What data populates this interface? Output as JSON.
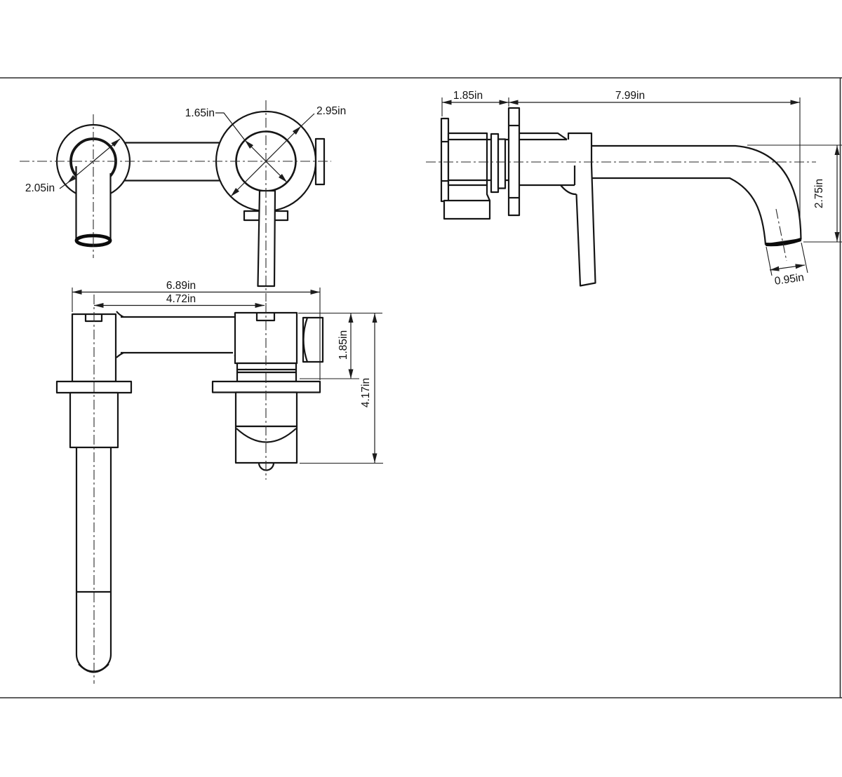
{
  "drawing_title": "wall-mount-faucet-dimension-drawing",
  "units": "in",
  "front_view": {
    "labels": {
      "flange_diameter": "2.05in",
      "inner_diameter": "1.65in",
      "outer_diameter": "2.95in"
    }
  },
  "top_view": {
    "labels": {
      "overall_width": "6.89in",
      "center_distance": "4.72in",
      "body_depth": "1.85in",
      "overall_depth": "4.17in"
    }
  },
  "side_view": {
    "labels": {
      "wall_depth": "1.85in",
      "spout_reach": "7.99in",
      "spout_drop": "2.75in",
      "tip_diameter": "0.95in"
    }
  }
}
